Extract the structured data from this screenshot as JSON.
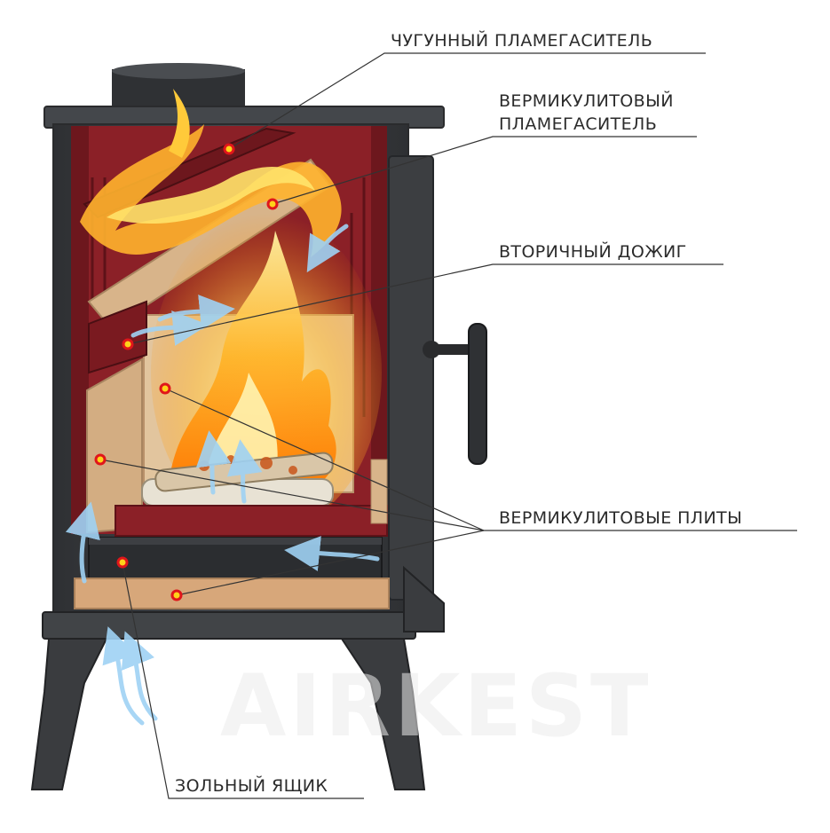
{
  "labels": {
    "cast_iron_baffle": "ЧУГУННЫЙ ПЛАМЕГАСИТЕЛЬ",
    "vermiculite_baffle_line1": "ВЕРМИКУЛИТОВЫЙ",
    "vermiculite_baffle_line2": "ПЛАМЕГАСИТЕЛЬ",
    "secondary_combustion": "ВТОРИЧНЫЙ ДОЖИГ",
    "vermiculite_plates": "ВЕРМИКУЛИТОВЫЕ ПЛИТЫ",
    "ash_box": "ЗОЛЬНЫЙ ЯЩИК"
  },
  "watermark": "AIRKEST",
  "colors": {
    "stove_body": "#3a3c3f",
    "stove_edge": "#55585c",
    "firebox": "#8b2027",
    "firebox_dark": "#5e1218",
    "vermiculite": "#d8b48a",
    "vermiculite_shade": "#b8916a",
    "flame_outer": "#ff9a1a",
    "flame_inner": "#ffe36a",
    "air_arrow": "#9fd2f4",
    "marker_fill": "#ffd21a",
    "marker_ring": "#e0161a",
    "leader_line": "#333333",
    "label_text": "#2b2b2b"
  }
}
